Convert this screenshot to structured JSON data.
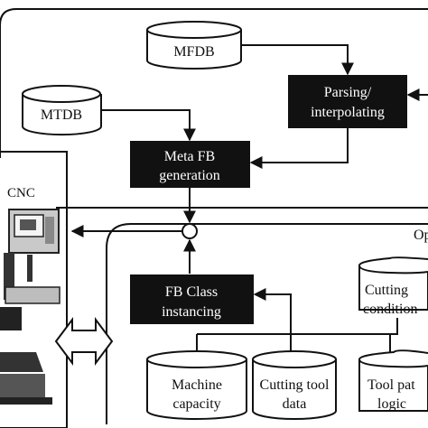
{
  "nodes": {
    "mfdb": {
      "label": "MFDB"
    },
    "mtdb": {
      "label": "MTDB"
    },
    "parsing": {
      "line1": "Parsing/",
      "line2": "interpolating"
    },
    "meta_fb": {
      "line1": "Meta FB",
      "line2": "generation"
    },
    "fb_class": {
      "line1": "FB Class",
      "line2": "instancing"
    },
    "machine_capacity": {
      "line1": "Machine",
      "line2": "capacity"
    },
    "cutting_tool_data": {
      "line1": "Cutting tool",
      "line2": "data"
    },
    "tool_path_logic": {
      "line1": "Tool pat",
      "line2": "logic"
    },
    "cutting_conditions": {
      "line1": "Cutting",
      "line2": "condition"
    }
  },
  "cnc": {
    "label": "CNC"
  },
  "corner_text": "Op",
  "colors": {
    "ink": "#111111",
    "paper": "#ffffff",
    "box_fill": "#111111",
    "box_text": "#ffffff"
  }
}
